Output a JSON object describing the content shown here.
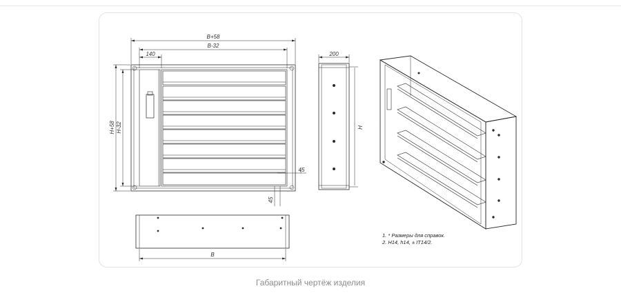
{
  "drawing": {
    "dim_b58": "B+58",
    "dim_b32": "B-32",
    "dim_140": "140",
    "dim_h58": "H+58",
    "dim_h32": "H-32",
    "dim_45_right": "45",
    "dim_45_bottom": "45",
    "dim_200": "200",
    "dim_h": "H",
    "dim_b": "B",
    "note_1": "1. * Размеры для справок.",
    "note_2": "2. H14, h14,  ± IT14/2."
  },
  "caption": "Габаритный чертёж изделия"
}
